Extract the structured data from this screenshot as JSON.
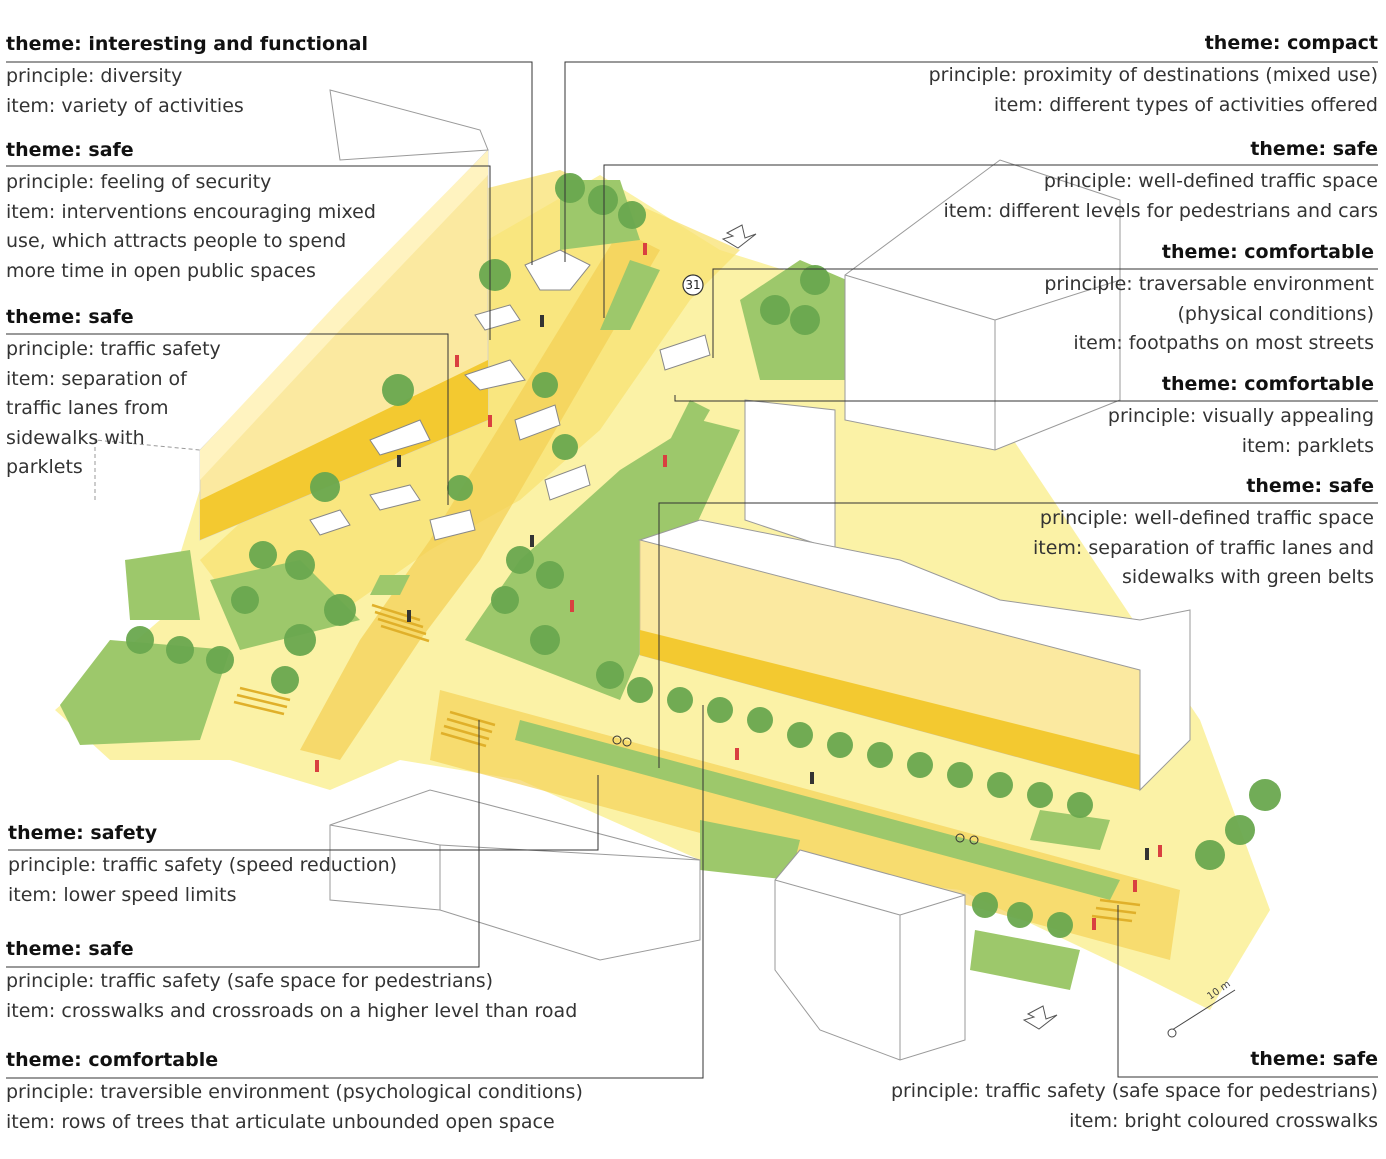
{
  "annotations": {
    "interesting_functional": {
      "theme": "theme: interesting and functional",
      "lines": [
        "principle: diversity",
        "item: variety of activities"
      ]
    },
    "safe_security": {
      "theme": "theme: safe",
      "lines": [
        "principle: feeling of security",
        "item:  interventions encouraging mixed",
        "use, which attracts people to spend",
        "more time in open public spaces"
      ]
    },
    "safe_parklets": {
      "theme": "theme: safe",
      "lines": [
        "principle: traffic safety",
        "item: separation of",
        "traffic lanes from",
        "sidewalks with",
        "parklets"
      ]
    },
    "compact": {
      "theme": "theme: compact",
      "lines": [
        "principle: proximity of destinations (mixed use)",
        "item: different types of activities offered"
      ]
    },
    "safe_levels": {
      "theme": "theme: safe",
      "lines": [
        "principle: well-defined traffic space",
        "item: different levels for pedestrians and cars"
      ]
    },
    "comfortable_footpaths": {
      "theme": "theme: comfortable",
      "lines": [
        "principle: traversable environment",
        "(physical conditions)",
        "item: footpaths on most streets"
      ]
    },
    "comfortable_visual": {
      "theme": "theme: comfortable",
      "lines": [
        "principle: visually appealing",
        "item: parklets"
      ]
    },
    "safe_green_belts": {
      "theme": "theme: safe",
      "lines": [
        "principle: well-defined traffic space",
        "item: separation of traffic lanes and",
        "sidewalks with green belts"
      ]
    },
    "safety_speed": {
      "theme": "theme: safety",
      "lines": [
        "principle: traffic safety (speed reduction)",
        "item:  lower speed limits"
      ]
    },
    "safe_crosswalks_level": {
      "theme": "theme: safe",
      "lines": [
        "principle: traffic safety (safe space for pedestrians)",
        "item: crosswalks and crossroads on a higher level than road"
      ]
    },
    "comfortable_trees": {
      "theme": "theme: comfortable",
      "lines": [
        "principle: traversible environment (psychological conditions)",
        "item: rows of trees  that articulate unbounded open space"
      ]
    },
    "safe_bright": {
      "theme": "theme: safe",
      "lines": [
        "principle: traffic safety (safe space for pedestrians)",
        "item: bright coloured crosswalks"
      ]
    }
  },
  "map_labels": {
    "bus_number": "31",
    "scale": "10 m"
  },
  "colors": {
    "pale_yellow": "#fbf2a6",
    "yellow": "#f8e271",
    "orange_yellow": "#f4cf52",
    "facade_light": "#fbe9a0",
    "facade_dark": "#f3c930",
    "green": "#9dc86b",
    "tree": "#6aa84f",
    "building": "#ffffff",
    "leader_line": "#333333"
  }
}
